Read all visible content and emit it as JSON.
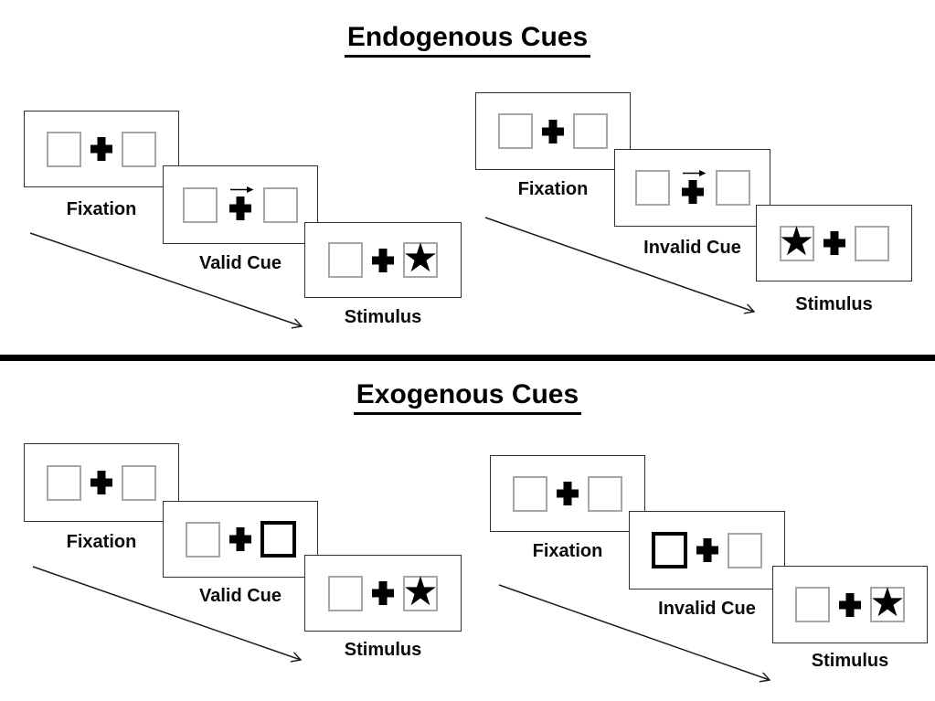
{
  "slide": {
    "background": "#ffffff",
    "divider_color": "#000000",
    "panel_border_color": "#2e2e2e",
    "target_box_border_color": "#a6a6a6",
    "cue_highlight_border_color": "#000000",
    "text_color": "#000000"
  },
  "glyphs": {
    "star": "★"
  },
  "sections": [
    {
      "title": "Endogenous Cues",
      "sequences": [
        {
          "name": "valid",
          "panels": [
            {
              "label": "Fixation",
              "left": "plain",
              "center": "plus",
              "right": "plain"
            },
            {
              "label": "Valid Cue",
              "left": "plain",
              "center": "arrow-plus",
              "right": "plain"
            },
            {
              "label": "Stimulus",
              "left": "plain",
              "center": "plus",
              "right": "star"
            }
          ]
        },
        {
          "name": "invalid",
          "panels": [
            {
              "label": "Fixation",
              "left": "plain",
              "center": "plus",
              "right": "plain"
            },
            {
              "label": "Invalid Cue",
              "left": "plain",
              "center": "arrow-plus",
              "right": "plain"
            },
            {
              "label": "Stimulus",
              "left": "star",
              "center": "plus",
              "right": "plain"
            }
          ]
        }
      ]
    },
    {
      "title": "Exogenous Cues",
      "sequences": [
        {
          "name": "valid",
          "panels": [
            {
              "label": "Fixation",
              "left": "plain",
              "center": "plus",
              "right": "plain"
            },
            {
              "label": "Valid Cue",
              "left": "plain",
              "center": "plus",
              "right": "thick"
            },
            {
              "label": "Stimulus",
              "left": "plain",
              "center": "plus",
              "right": "star"
            }
          ]
        },
        {
          "name": "invalid",
          "panels": [
            {
              "label": "Fixation",
              "left": "plain",
              "center": "plus",
              "right": "plain"
            },
            {
              "label": "Invalid Cue",
              "left": "thick",
              "center": "plus",
              "right": "plain"
            },
            {
              "label": "Stimulus",
              "left": "plain",
              "center": "plus",
              "right": "star"
            }
          ]
        }
      ]
    }
  ]
}
